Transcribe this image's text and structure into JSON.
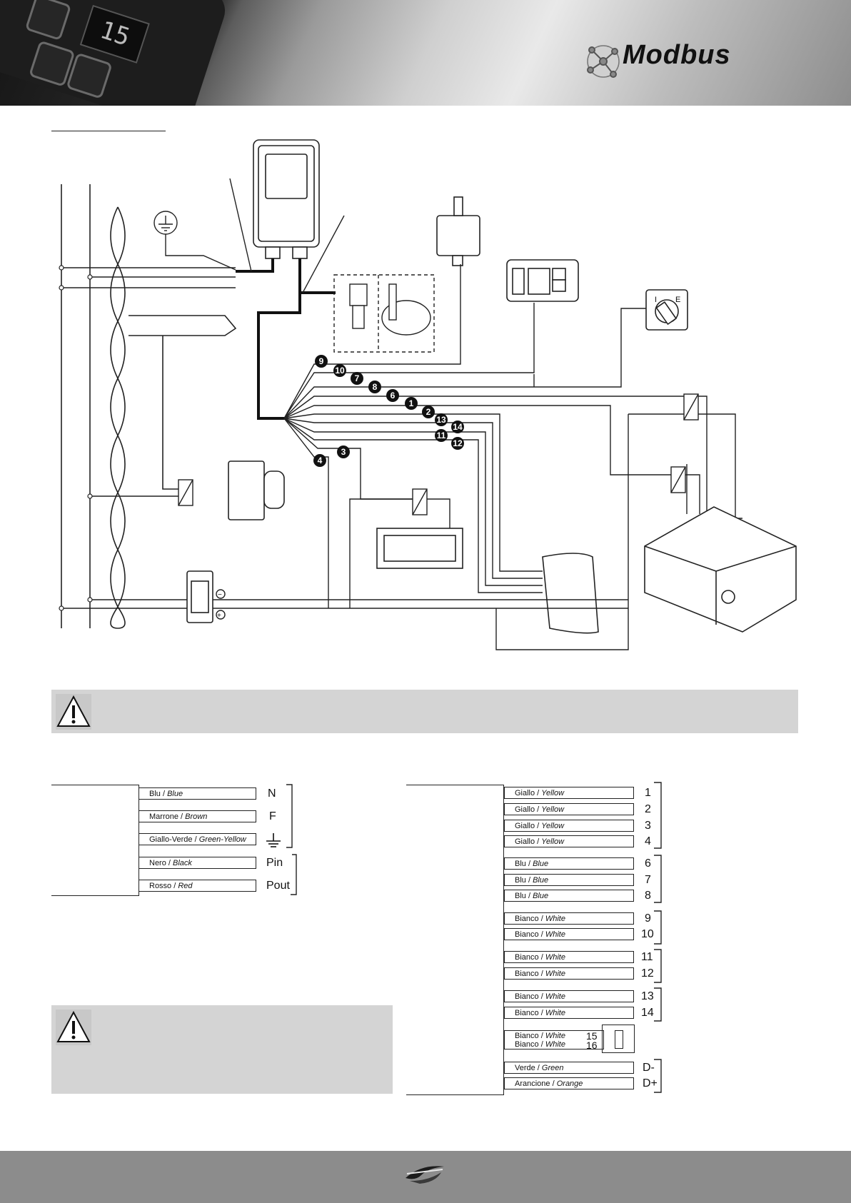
{
  "header": {
    "brand": "Modbus",
    "brand_icon": "modbus-network-icon",
    "panel_display": "15"
  },
  "diagram": {
    "callouts": [
      "9",
      "10",
      "7",
      "8",
      "6",
      "1",
      "2",
      "13",
      "14",
      "11",
      "12",
      "4",
      "3"
    ],
    "switch_labels": {
      "left": "I",
      "right": "E"
    },
    "supply_minus": "−",
    "supply_plus": "+"
  },
  "left_cable": {
    "wires": [
      {
        "color_it": "Blu",
        "color_en": "Blue",
        "terminal": "N"
      },
      {
        "color_it": "Marrone",
        "color_en": "Brown",
        "terminal": "F"
      },
      {
        "color_it": "Giallo-Verde",
        "color_en": "Green-Yellow",
        "terminal": ""
      },
      {
        "color_it": "Nero",
        "color_en": "Black",
        "terminal": "Pin"
      },
      {
        "color_it": "Rosso",
        "color_en": "Red",
        "terminal": "Pout"
      }
    ],
    "ground_icon": "earth-ground-icon"
  },
  "right_cable": {
    "wires": [
      {
        "color_it": "Giallo",
        "color_en": "Yellow",
        "terminal": "1"
      },
      {
        "color_it": "Giallo",
        "color_en": "Yellow",
        "terminal": "2"
      },
      {
        "color_it": "Giallo",
        "color_en": "Yellow",
        "terminal": "3"
      },
      {
        "color_it": "Giallo",
        "color_en": "Yellow",
        "terminal": "4"
      },
      {
        "color_it": "Blu",
        "color_en": "Blue",
        "terminal": "6"
      },
      {
        "color_it": "Blu",
        "color_en": "Blue",
        "terminal": "7"
      },
      {
        "color_it": "Blu",
        "color_en": "Blue",
        "terminal": "8"
      },
      {
        "color_it": "Bianco",
        "color_en": "White",
        "terminal": "9"
      },
      {
        "color_it": "Bianco",
        "color_en": "White",
        "terminal": "10"
      },
      {
        "color_it": "Bianco",
        "color_en": "White",
        "terminal": "11"
      },
      {
        "color_it": "Bianco",
        "color_en": "White",
        "terminal": "12"
      },
      {
        "color_it": "Bianco",
        "color_en": "White",
        "terminal": "13"
      },
      {
        "color_it": "Bianco",
        "color_en": "White",
        "terminal": "14"
      },
      {
        "color_it": "Bianco",
        "color_en": "White",
        "terminal": "15"
      },
      {
        "color_it": "Bianco",
        "color_en": "White",
        "terminal": "16"
      },
      {
        "color_it": "Verde",
        "color_en": "Green",
        "terminal": "D-"
      },
      {
        "color_it": "Arancione",
        "color_en": "Orange",
        "terminal": "D+"
      }
    ]
  },
  "warnings": [
    {
      "icon": "warning-triangle-icon"
    },
    {
      "icon": "warning-triangle-icon"
    }
  ],
  "footer": {
    "logo_icon": "brand-swoosh-logo-icon"
  },
  "colors": {
    "footer": "#8c8c8c",
    "warning_box": "#d4d4d4"
  }
}
